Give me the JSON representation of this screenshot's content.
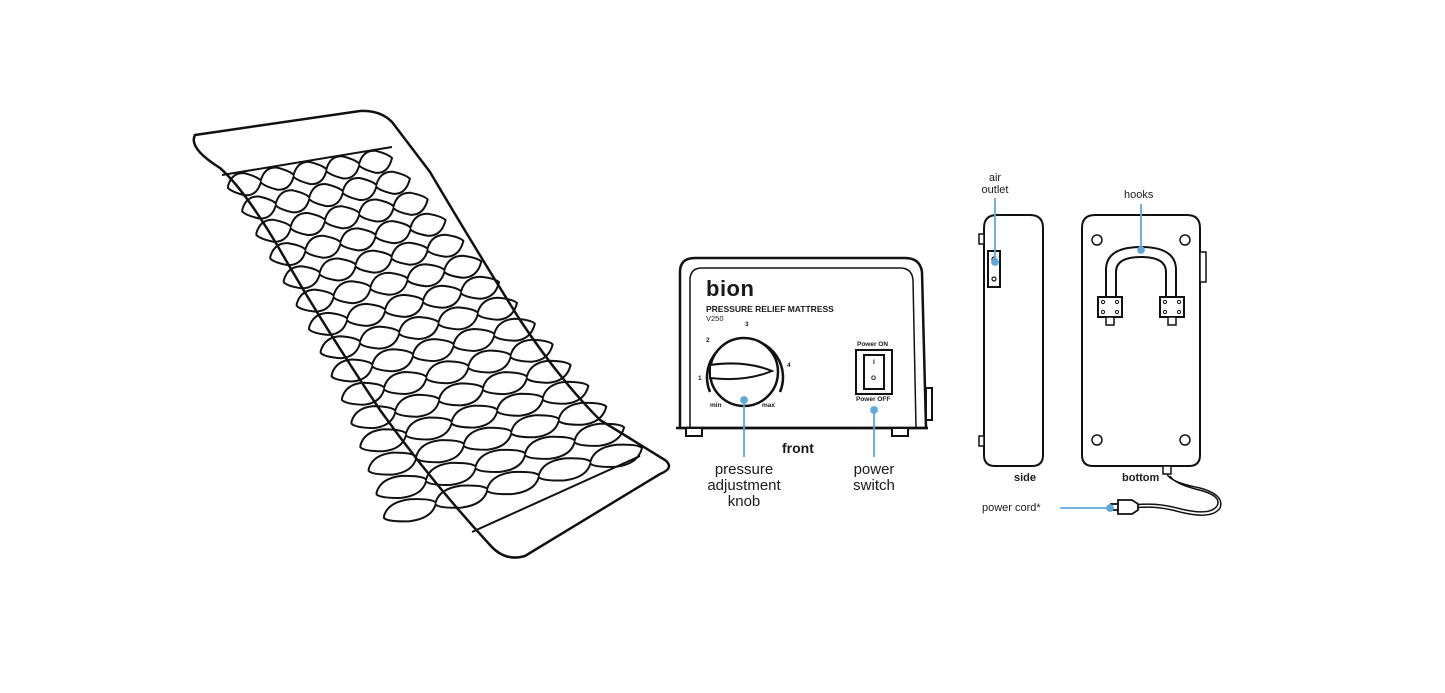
{
  "colors": {
    "line": "#111111",
    "callout": "#5fa8d8",
    "background": "#ffffff"
  },
  "front_unit": {
    "brand": "bion",
    "product": "PRESSURE RELIEF MATTRESS",
    "model": "V250",
    "dial_marks": [
      "1",
      "2",
      "3",
      "4"
    ],
    "dial_min": "min",
    "dial_max": "max",
    "switch_on": "Power ON",
    "switch_off": "Power OFF",
    "switch_i": "I",
    "switch_o": "O",
    "view_label": "front"
  },
  "callouts": {
    "knob": [
      "pressure",
      "adjustment",
      "knob"
    ],
    "switch": [
      "power",
      "switch"
    ],
    "air_outlet": [
      "air",
      "outlet"
    ],
    "hooks": "hooks",
    "power_cord": "power cord*"
  },
  "views": {
    "side": "side",
    "bottom": "bottom"
  }
}
